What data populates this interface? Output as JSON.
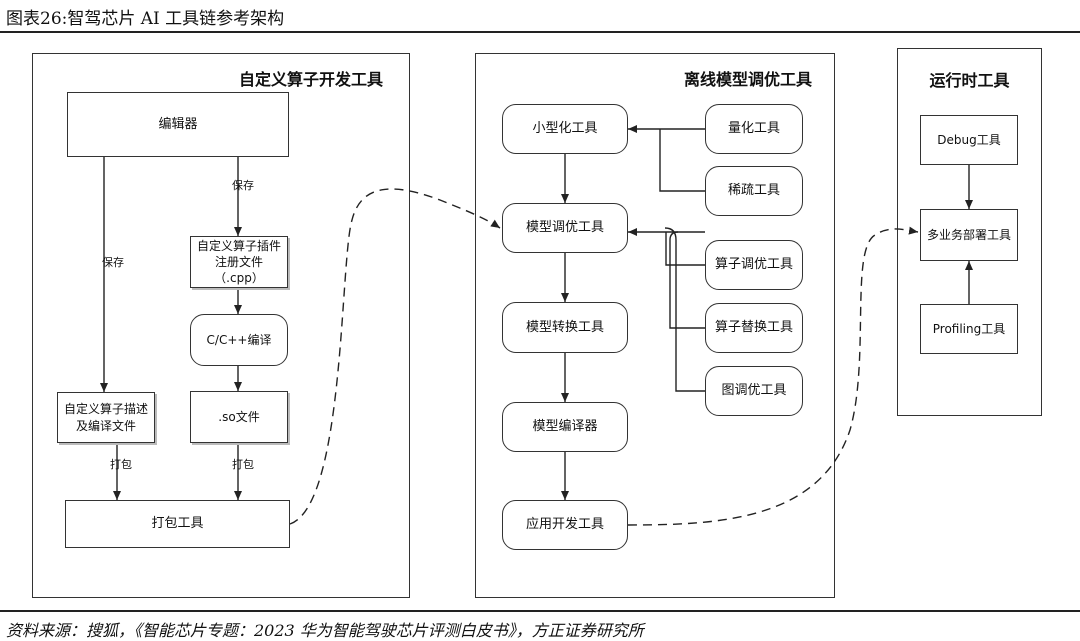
{
  "figure_title": "图表26:智驾芯片 AI 工具链参考架构",
  "source_note": "资料来源：搜狐，《智能芯片专题：2023 华为智能驾驶芯片评测白皮书》，方正证券研究所",
  "panels": {
    "custom": {
      "title": "自定义算子开发工具",
      "editor": "编辑器",
      "save_left": "保存",
      "save_right": "保存",
      "plugin_reg": "自定义算子插件注册文件（.cpp）",
      "compile": "C/C++编译",
      "desc_file": "自定义算子描述及编译文件",
      "so_file": ".so文件",
      "pack_left": "打包",
      "pack_right": "打包",
      "pack_tool": "打包工具"
    },
    "offline": {
      "title": "离线模型调优工具",
      "miniaturize": "小型化工具",
      "quantize": "量化工具",
      "sparse": "稀疏工具",
      "model_tune": "模型调优工具",
      "op_tune": "算子调优工具",
      "op_replace": "算子替换工具",
      "graph_tune": "图调优工具",
      "model_convert": "模型转换工具",
      "model_compile": "模型编译器",
      "app_dev": "应用开发工具"
    },
    "runtime": {
      "title": "运行时工具",
      "debug": "Debug工具",
      "multi_deploy": "多业务部署工具",
      "profiling": "Profiling工具"
    }
  }
}
